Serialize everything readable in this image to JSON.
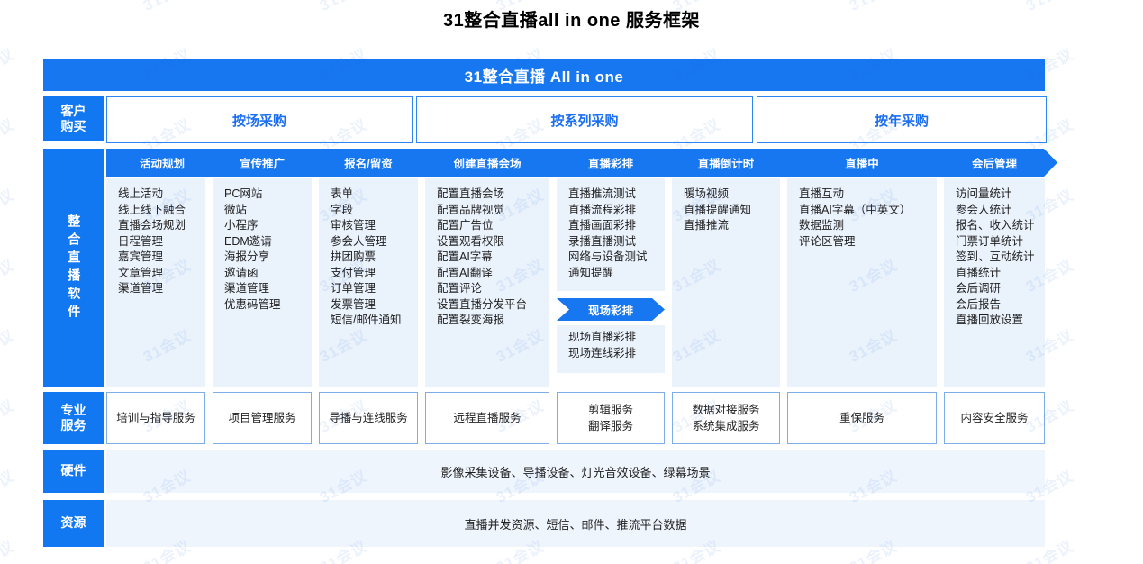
{
  "page": {
    "title": "31整合直播all in one 服务框架",
    "watermark_text": "31会议"
  },
  "colors": {
    "brand_blue": "#1677f0",
    "sidebar_blue": "#1278f1",
    "panel_bg": "#eaf2fc",
    "band_bg": "#eff5fd",
    "box_border": "#7eaee8",
    "buy_border": "#2e86f5"
  },
  "header": {
    "band_title": "31整合直播 All in one"
  },
  "sidebar": {
    "buy": "客户\n购买",
    "buy_line1": "客户",
    "buy_line2": "购买",
    "software": "整合直播软件",
    "professional": "专业\n服务",
    "professional_line1": "专业",
    "professional_line2": "服务",
    "hardware": "硬件",
    "resource": "资源"
  },
  "purchase": {
    "options": [
      {
        "label": "按场采购"
      },
      {
        "label": "按系列采购"
      },
      {
        "label": "按年采购"
      }
    ]
  },
  "stages": [
    {
      "label": "活动规划"
    },
    {
      "label": "宣传推广"
    },
    {
      "label": "报名/留资"
    },
    {
      "label": "创建直播会场"
    },
    {
      "label": "直播彩排"
    },
    {
      "label": "直播倒计时"
    },
    {
      "label": "直播中"
    },
    {
      "label": "会后管理"
    }
  ],
  "software_columns": [
    {
      "stage": "活动规划",
      "items": [
        "线上活动",
        "线上线下融合",
        "直播会场规划",
        "日程管理",
        "嘉宾管理",
        "文章管理",
        "渠道管理"
      ]
    },
    {
      "stage": "宣传推广",
      "items": [
        "PC网站",
        "微站",
        "小程序",
        "EDM邀请",
        "海报分享",
        "邀请函",
        "渠道管理",
        "优惠码管理"
      ]
    },
    {
      "stage": "报名/留资",
      "items": [
        "表单",
        "字段",
        "审核管理",
        "参会人管理",
        "拼团购票",
        "支付管理",
        "订单管理",
        "发票管理",
        "短信/邮件通知"
      ]
    },
    {
      "stage": "创建直播会场",
      "items": [
        "配置直播会场",
        "配置品牌视觉",
        "配置广告位",
        "设置观看权限",
        "配置AI字幕",
        "配置AI翻译",
        "配置评论",
        "设置直播分发平台",
        "配置裂变海报"
      ]
    },
    {
      "stage": "直播彩排",
      "items": [
        "直播推流测试",
        "直播流程彩排",
        "直播画面彩排",
        "录播直播测试",
        "网络与设备测试",
        "通知提醒"
      ],
      "sub_group": {
        "label": "现场彩排",
        "items": [
          "现场直播彩排",
          "现场连线彩排"
        ]
      }
    },
    {
      "stage": "直播倒计时",
      "items": [
        "暖场视频",
        "直播提醒通知",
        "直播推流"
      ]
    },
    {
      "stage": "直播中",
      "items": [
        "直播互动",
        "直播AI字幕（中英文）",
        "数据监测",
        "评论区管理"
      ]
    },
    {
      "stage": "会后管理",
      "items": [
        "访问量统计",
        "参会人统计",
        "报名、收入统计",
        "门票订单统计",
        "签到、互动统计",
        "直播统计",
        "会后调研",
        "会后报告",
        "直播回放设置"
      ]
    }
  ],
  "professional_services": [
    {
      "lines": [
        "培训与指导服务"
      ]
    },
    {
      "lines": [
        "项目管理服务"
      ]
    },
    {
      "lines": [
        "导播与连线服务"
      ]
    },
    {
      "lines": [
        "远程直播服务"
      ]
    },
    {
      "lines": [
        "剪辑服务",
        "翻译服务"
      ]
    },
    {
      "lines": [
        "数据对接服务",
        "系统集成服务"
      ]
    },
    {
      "lines": [
        "重保服务"
      ]
    },
    {
      "lines": [
        "内容安全服务"
      ]
    }
  ],
  "hardware": {
    "text": "影像采集设备、导播设备、灯光音效设备、绿幕场景"
  },
  "resource": {
    "text": "直播并发资源、短信、邮件、推流平台数据"
  }
}
